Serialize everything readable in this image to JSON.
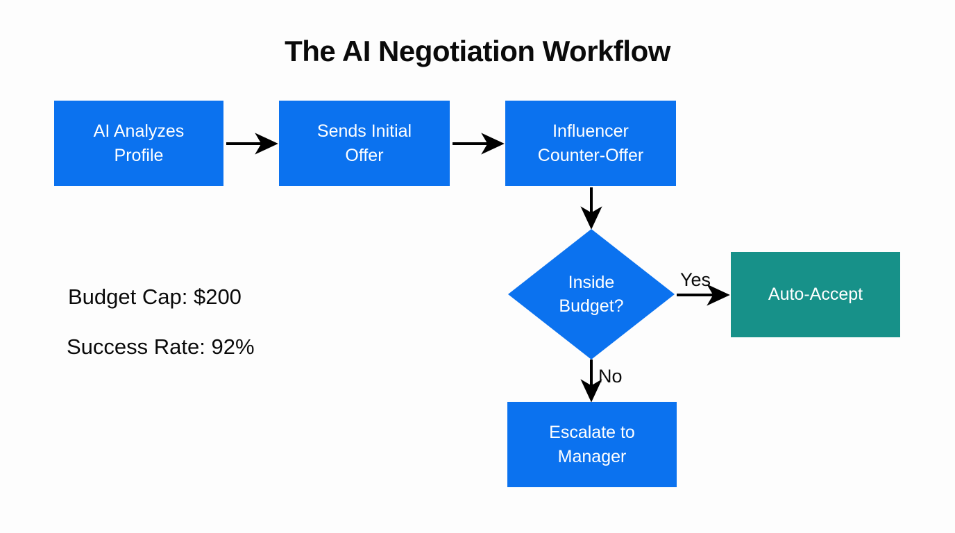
{
  "diagram": {
    "title": "The AI Negotiation Workflow",
    "background_color": "#fdfdfd",
    "colors": {
      "process": "#0b72ef",
      "terminal": "#179189",
      "text_on_fill": "#ffffff",
      "text_dark": "#0a0a0a",
      "arrow": "#000000"
    },
    "nodes": {
      "analyze": {
        "label": "AI Analyzes Profile",
        "line1": "AI Analyzes",
        "line2": "Profile",
        "shape": "rectangle",
        "fill": "#0b72ef"
      },
      "initial_offer": {
        "label": "Sends Initial Offer",
        "line1": "Sends Initial",
        "line2": "Offer",
        "shape": "rectangle",
        "fill": "#0b72ef"
      },
      "counter_offer": {
        "label": "Influencer Counter-Offer",
        "line1": "Influencer",
        "line2": "Counter-Offer",
        "shape": "rectangle",
        "fill": "#0b72ef"
      },
      "decision": {
        "label": "Inside Budget?",
        "line1": "Inside",
        "line2": "Budget?",
        "shape": "diamond",
        "fill": "#0b72ef"
      },
      "auto_accept": {
        "label": "Auto-Accept",
        "shape": "rectangle",
        "fill": "#179189"
      },
      "escalate": {
        "label": "Escalate to Manager",
        "line1": "Escalate to",
        "line2": "Manager",
        "shape": "rectangle",
        "fill": "#0b72ef"
      }
    },
    "edge_labels": {
      "yes": "Yes",
      "no": "No"
    },
    "stats": [
      {
        "label": "Budget Cap: $200"
      },
      {
        "label": "Success Rate: 92%"
      }
    ]
  }
}
